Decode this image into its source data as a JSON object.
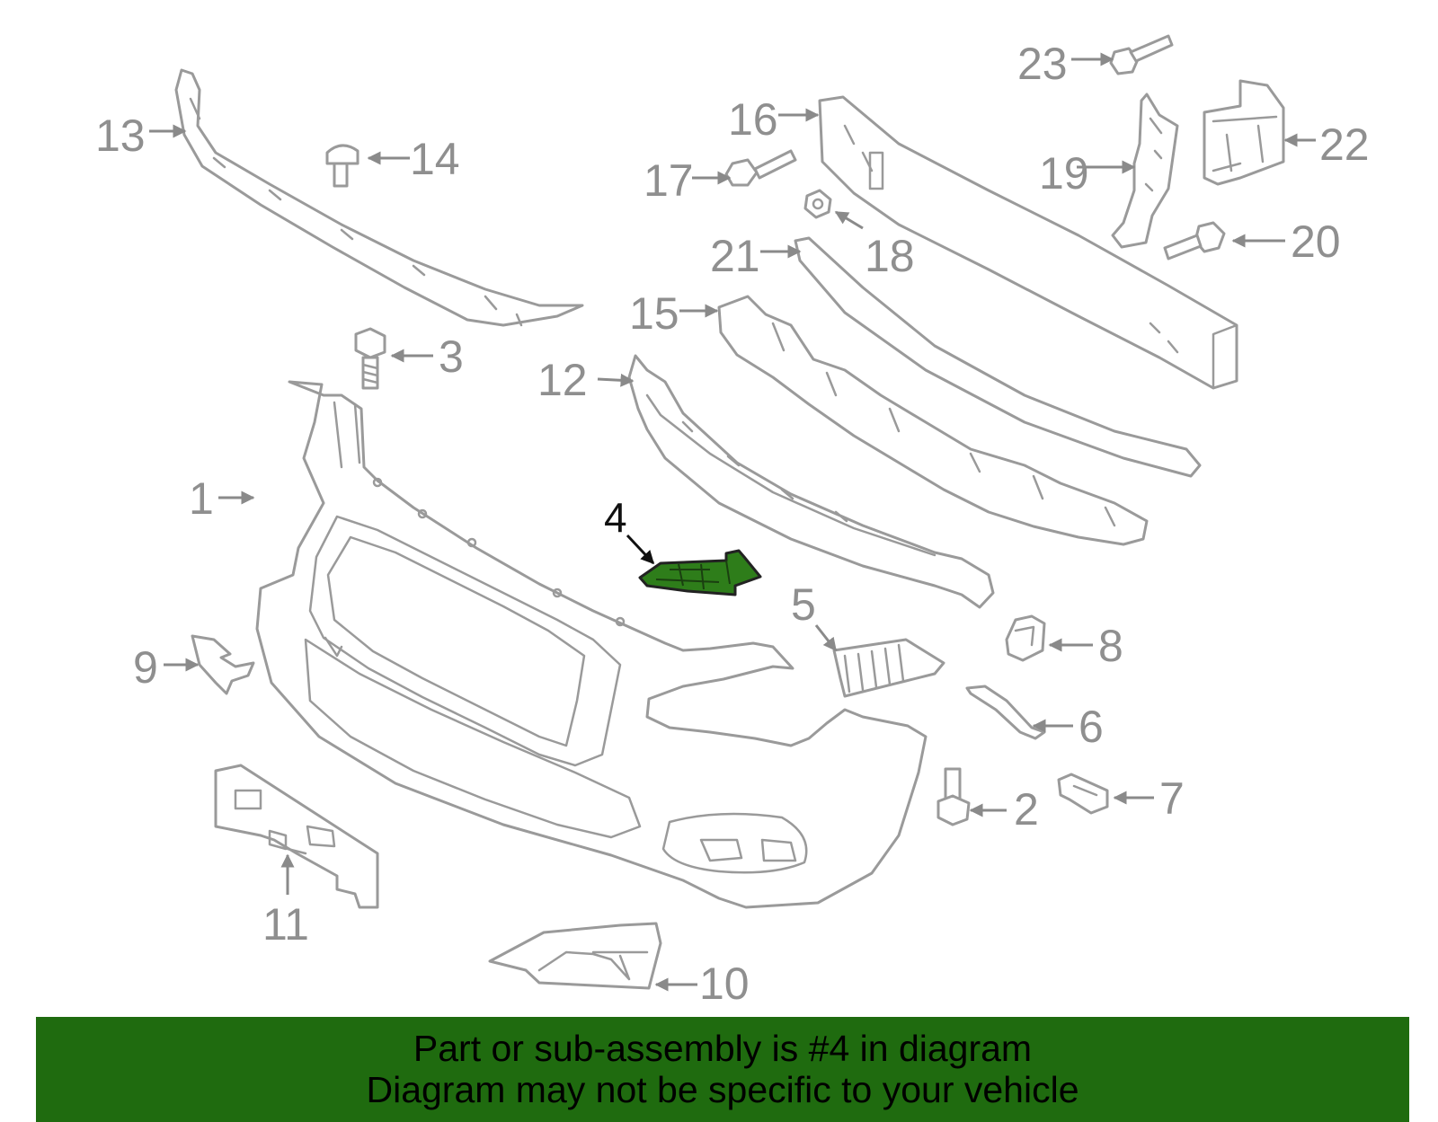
{
  "diagram": {
    "highlighted_part": "4",
    "highlight_color": "#2e7d1a",
    "banner_color": "#1f6b0f",
    "callouts": [
      "1",
      "2",
      "3",
      "4",
      "5",
      "6",
      "7",
      "8",
      "9",
      "10",
      "11",
      "12",
      "13",
      "14",
      "15",
      "16",
      "17",
      "18",
      "19",
      "20",
      "21",
      "22",
      "23"
    ]
  },
  "banner": {
    "line1": "Part or sub-assembly is #4 in diagram",
    "line2": "Diagram may not be specific to your vehicle"
  }
}
